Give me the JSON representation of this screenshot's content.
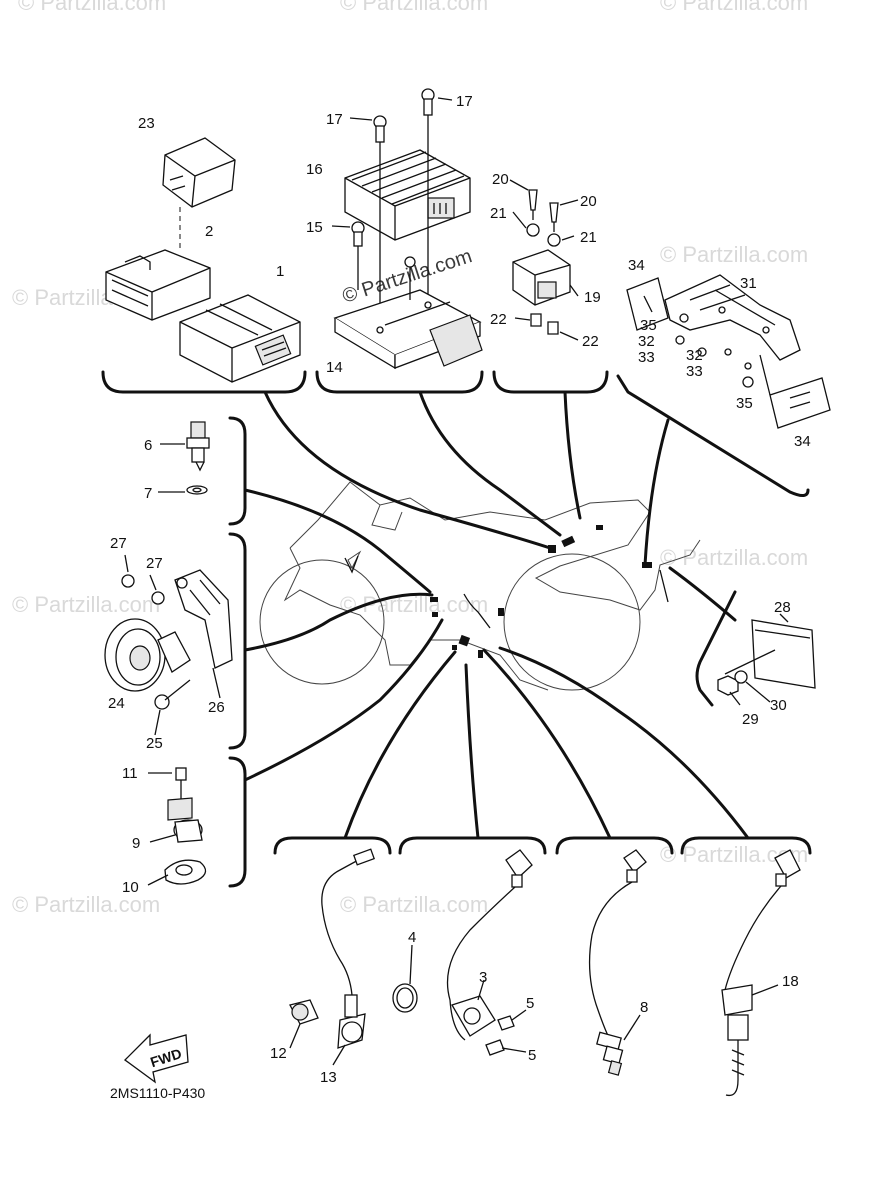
{
  "watermark": {
    "text": "© Partzilla.com",
    "center_text": "© Partzilla.com"
  },
  "drawing_code": "2MS1110-P430",
  "fwd_label": "FWD",
  "callouts": {
    "p1": "1",
    "p2": "2",
    "p3": "3",
    "p4": "4",
    "p5a": "5",
    "p5b": "5",
    "p6": "6",
    "p7": "7",
    "p8": "8",
    "p9": "9",
    "p10": "10",
    "p11": "11",
    "p12": "12",
    "p13": "13",
    "p14": "14",
    "p15": "15",
    "p16": "16",
    "p17a": "17",
    "p17b": "17",
    "p18": "18",
    "p19": "19",
    "p20a": "20",
    "p20b": "20",
    "p21a": "21",
    "p21b": "21",
    "p22a": "22",
    "p22b": "22",
    "p23": "23",
    "p24": "24",
    "p25": "25",
    "p26": "26",
    "p27a": "27",
    "p27b": "27",
    "p28": "28",
    "p29": "29",
    "p30": "30",
    "p31": "31",
    "p32a": "32",
    "p32b": "32",
    "p33a": "33",
    "p33b": "33",
    "p34a": "34",
    "p34b": "34",
    "p35a": "35",
    "p35b": "35"
  }
}
